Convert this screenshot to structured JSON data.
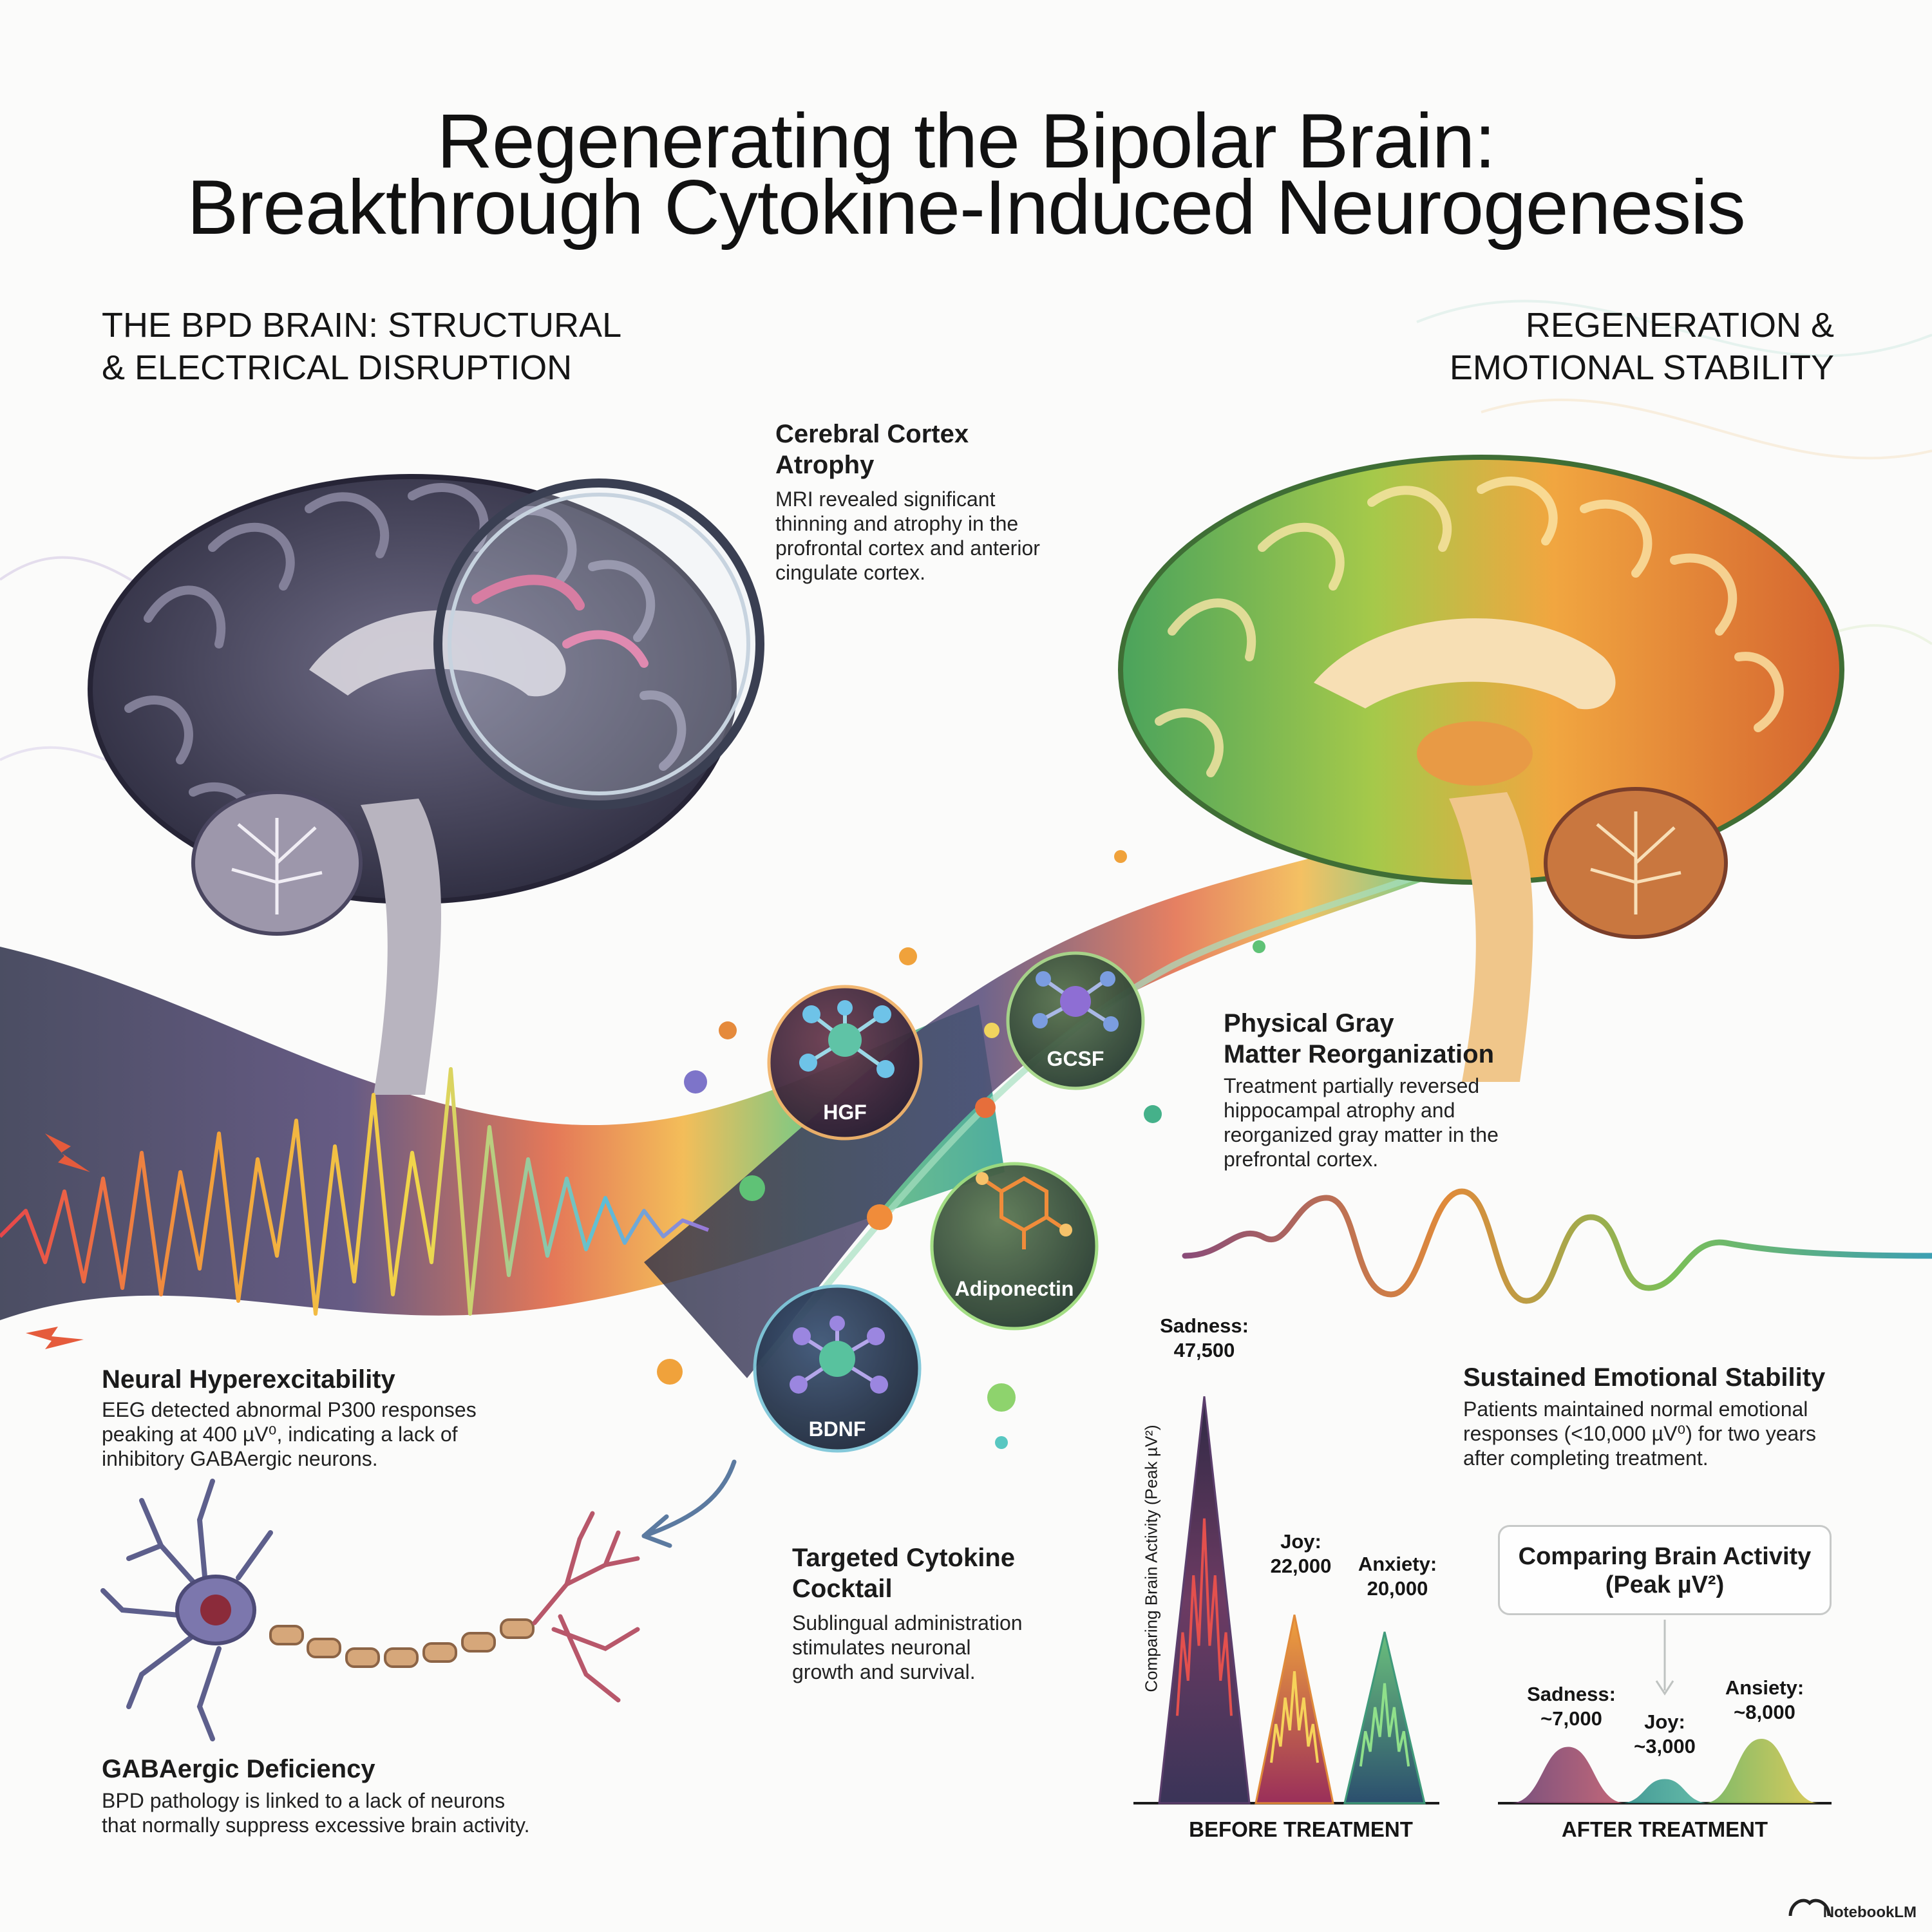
{
  "title": {
    "line1": "Regenerating the Bipolar Brain:",
    "line2": "Breakthrough Cytokine-Induced Neurogenesis"
  },
  "left_section": {
    "heading_line1": "THE BPD BRAIN: STRUCTURAL",
    "heading_line2": "& ELECTRICAL DISRUPTION"
  },
  "right_section": {
    "heading_line1": "REGENERATION &",
    "heading_line2": "EMOTIONAL STABILITY"
  },
  "callouts": {
    "cortex": {
      "title_line1": "Cerebral Cortex",
      "title_line2": "Atrophy",
      "body": [
        "MRI revealed significant",
        "thinning and atrophy in the",
        "profrontal cortex and anterior",
        "cingulate cortex."
      ]
    },
    "gray_matter": {
      "title_line1": "Physical Gray",
      "title_line2": "Matter Reorganization",
      "body": [
        "Treatment partially reversed",
        "hippocampal atrophy and",
        "reorganized gray matter in the",
        "prefrontal cortex."
      ]
    },
    "hyperexcitability": {
      "title": "Neural Hyperexcitability",
      "body": [
        "EEG detected abnormal P300 responses",
        "peaking at 400 µV⁰, indicating a lack of",
        "inhibitory GABAergic neurons."
      ]
    },
    "cocktail": {
      "title_line1": "Targeted Cytokine",
      "title_line2": "Cocktail",
      "body": [
        "Sublingual administration",
        "stimulates neuronal",
        "growth and survival."
      ]
    },
    "gaba": {
      "title": "GABAergic Deficiency",
      "body": [
        "BPD pathology is linked to a lack of neurons",
        "that normally suppress excessive brain activity."
      ]
    },
    "stability": {
      "title": "Sustained Emotional Stability",
      "body": [
        "Patients maintained normal emotional",
        "responses (<10,000 µV⁰) for two years",
        "after completing treatment."
      ]
    }
  },
  "cytokines": {
    "hgf": "HGF",
    "gcsf": "GCSF",
    "adiponectin": "Adiponectin",
    "bdnf": "BDNF"
  },
  "chart_data": [
    {
      "type": "area",
      "ylabel": "Comparing Brain Activity (Peak µV²)",
      "xlabel": "BEFORE TREATMENT",
      "categories": [
        "Sadness",
        "Joy",
        "Anxiety"
      ],
      "values": [
        47500,
        22000,
        20000
      ],
      "data_labels": [
        [
          "Sadness:",
          "47,500"
        ],
        [
          "Joy:",
          "22,000"
        ],
        [
          "Anxiety:",
          "20,000"
        ]
      ],
      "colors": [
        "#5b3e6c",
        "#e08a3a",
        "#3f9a7a"
      ]
    },
    {
      "type": "area",
      "title_line1": "Comparing Brain Activity",
      "title_line2": "(Peak µV²)",
      "xlabel": "AFTER TREATMENT",
      "categories": [
        "Sadness",
        "Joy",
        "Ansiety"
      ],
      "values": [
        7000,
        3000,
        8000
      ],
      "data_labels": [
        [
          "Sadness:",
          "~7,000"
        ],
        [
          "Joy:",
          "~3,000"
        ],
        [
          "Ansiety:",
          "~8,000"
        ]
      ],
      "colors": [
        "#8a4c78",
        "#3ba79a",
        "#b4c24a"
      ]
    }
  ],
  "footer": "NotebookLM"
}
